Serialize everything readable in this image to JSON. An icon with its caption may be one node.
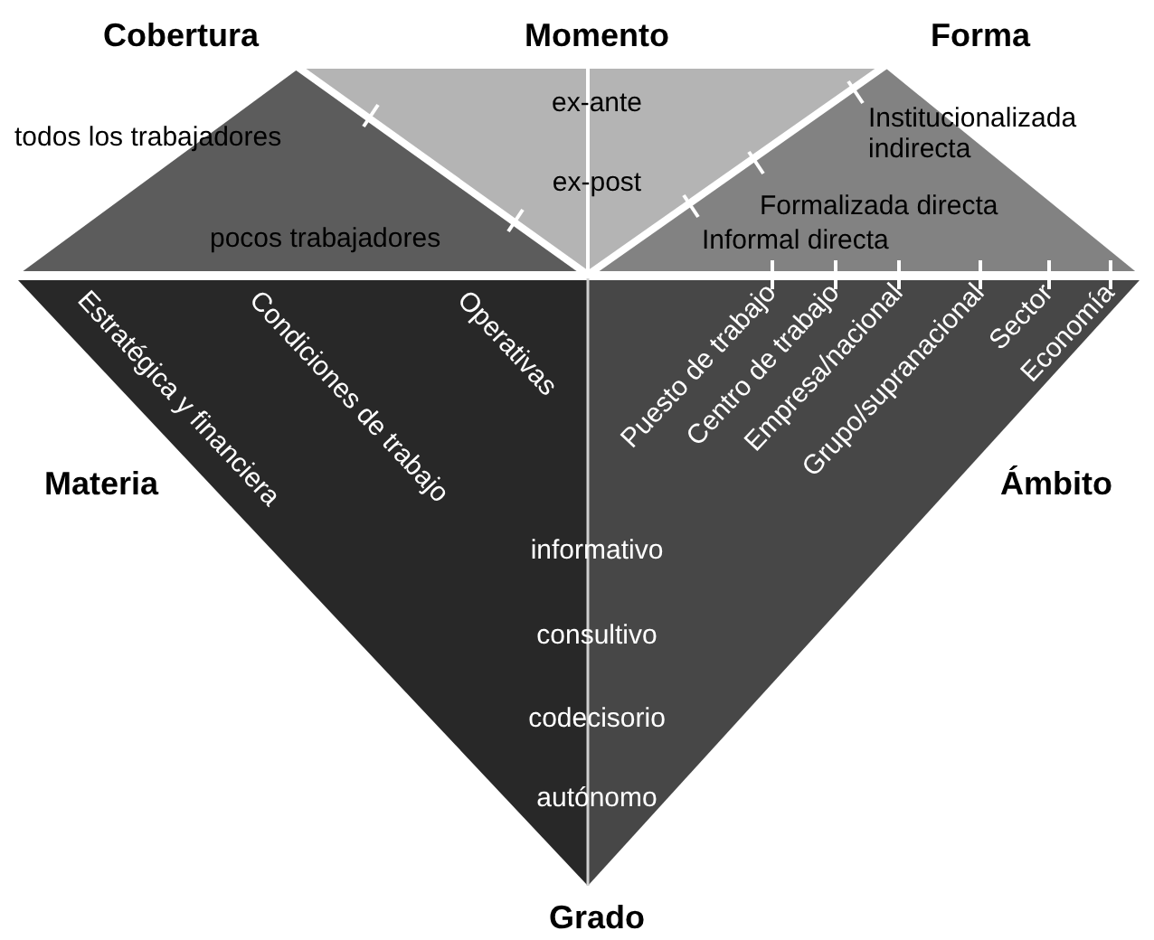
{
  "diagram": {
    "labels": [
      "Cobertura",
      "Momento",
      "Forma",
      "ex-ante",
      "todos los trabajadores",
      "Institucionalizada indirecta",
      "ex-post",
      "Formalizada directa",
      "pocos trabajadores",
      "Informal directa",
      "Estratégica y financiera",
      "Condiciones de trabajo",
      "Operativas",
      "Puesto de trabajo",
      "Centro de trabajo",
      "Empresa/nacional",
      "Grupo/supranacional",
      "Sector",
      "Economía",
      "Materia",
      "Ámbito",
      "informativo",
      "consultivo",
      "codecisorio",
      "autónomo",
      "Grado"
    ]
  }
}
